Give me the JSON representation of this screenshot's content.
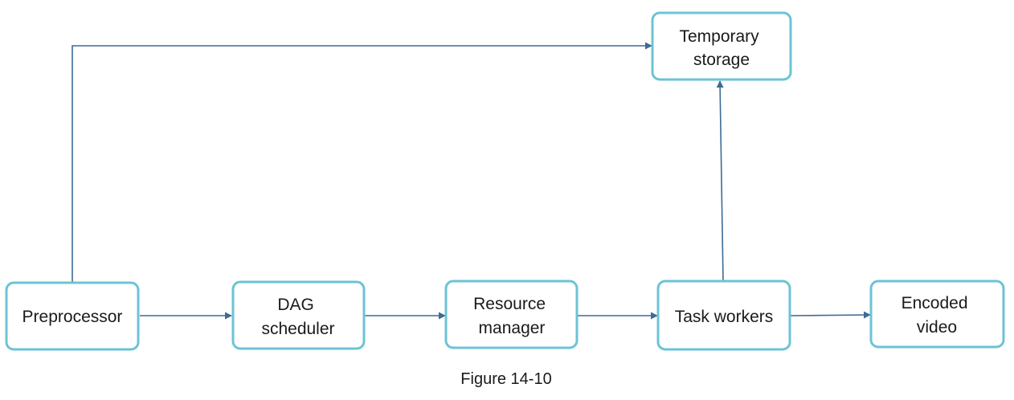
{
  "nodes": {
    "temporary_storage": {
      "line1": "Temporary",
      "line2": "storage"
    },
    "preprocessor": {
      "line1": "Preprocessor"
    },
    "dag_scheduler": {
      "line1": "DAG",
      "line2": "scheduler"
    },
    "resource_manager": {
      "line1": "Resource",
      "line2": "manager"
    },
    "task_workers": {
      "line1": "Task workers"
    },
    "encoded_video": {
      "line1": "Encoded",
      "line2": "video"
    }
  },
  "edges": [
    {
      "from": "Preprocessor",
      "to": "Temporary storage"
    },
    {
      "from": "Preprocessor",
      "to": "DAG scheduler"
    },
    {
      "from": "DAG scheduler",
      "to": "Resource manager"
    },
    {
      "from": "Resource manager",
      "to": "Task workers"
    },
    {
      "from": "Task workers",
      "to": "Temporary storage"
    },
    {
      "from": "Task workers",
      "to": "Encoded video"
    }
  ],
  "caption": "Figure 14-10",
  "colors": {
    "node_border": "#6cc3d5",
    "edge": "#3d6b94",
    "text": "#1a1a1a"
  }
}
